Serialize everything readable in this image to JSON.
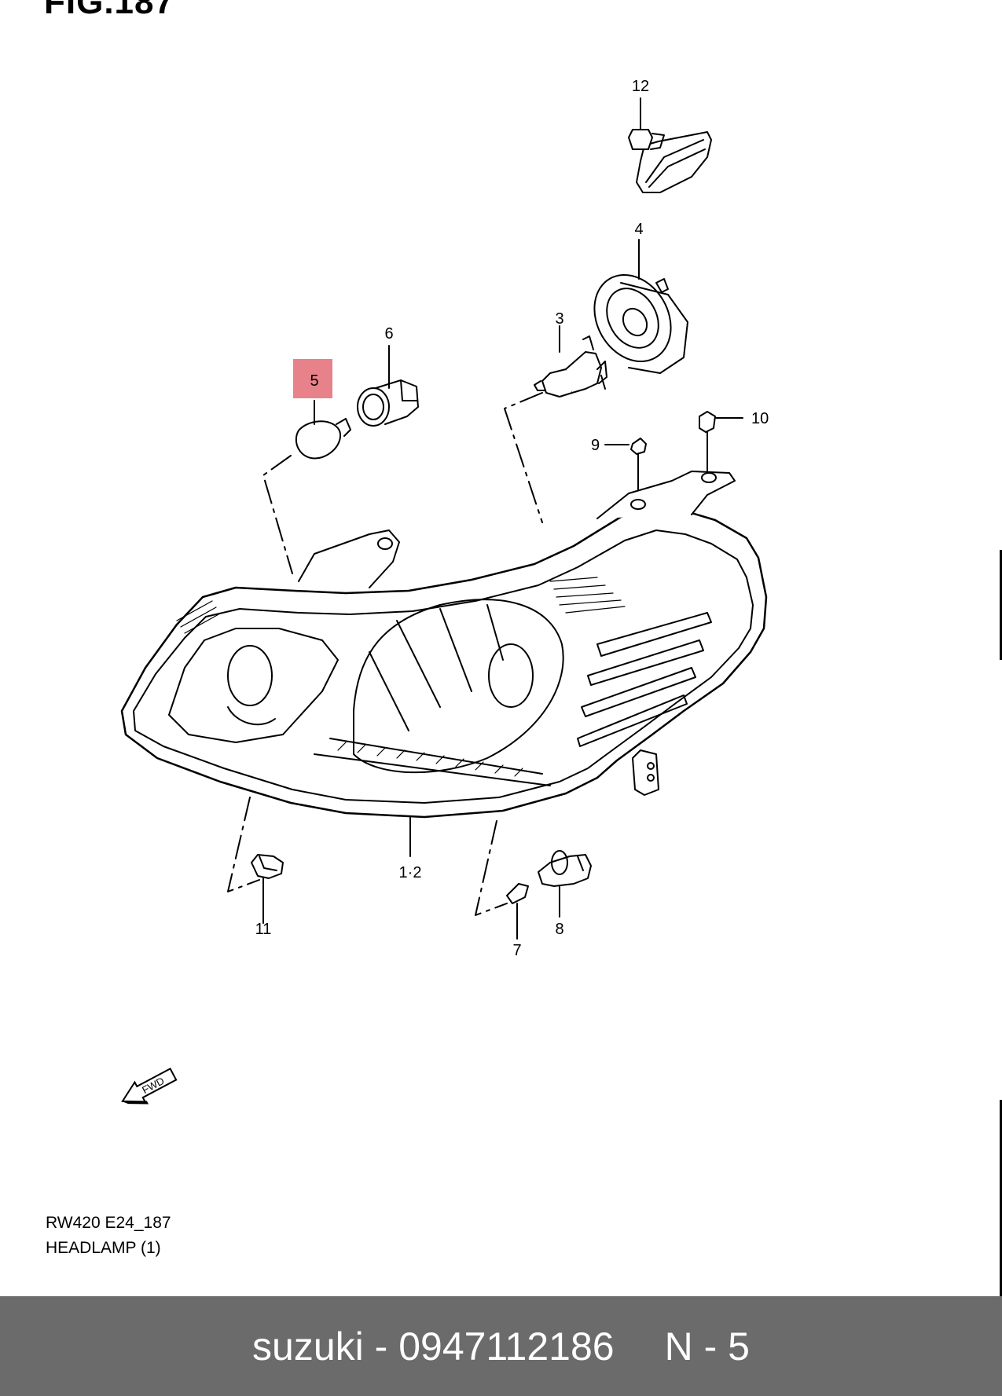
{
  "figure": {
    "title": "FIG.187",
    "code": "RW420 E24_187",
    "name": "HEADLAMP (1)",
    "fwd_label": "FWD"
  },
  "callouts": {
    "c12": "12",
    "c4": "4",
    "c3": "3",
    "c6": "6",
    "c5": "5",
    "c10": "10",
    "c9": "9",
    "c1_2": "1·2",
    "c11": "11",
    "c8": "8",
    "c7": "7"
  },
  "highlight": {
    "part": "5",
    "color": "#e8828a"
  },
  "footer": {
    "brand_part": "suzuki - 0947112186",
    "position": "N - 5",
    "background": "#6b6b6b",
    "text_color": "#ffffff"
  }
}
